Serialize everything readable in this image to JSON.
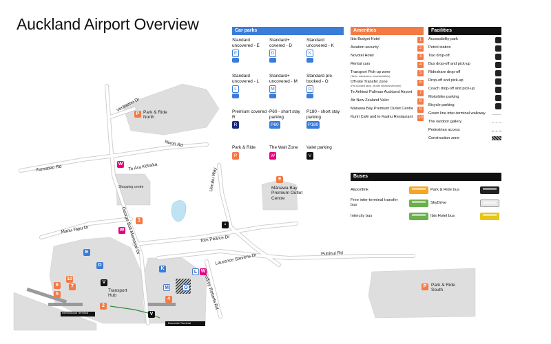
{
  "title": "Auckland Airport Overview",
  "map": {
    "roads": {
      "varissimo": "Verissimo Dr",
      "nixon": "Nixon Rd",
      "ihumatao": "Ihumatao Rd",
      "te_ara_kohaka": "Te Ara Kōhaka",
      "manu_tapu": "Manu Tapu Dr",
      "george_bolt": "George Bolt Memorial Dr",
      "tom_pearce": "Tom Pearce Dr",
      "laurence_stevens": "Laurence Stevens Dr",
      "geoffrey_roberts": "Geoffrey Roberts Rd",
      "puhinui": "Puhinui Rd",
      "ueruku": "Ueruku Way"
    },
    "places": {
      "park_ride_north": "Park & Ride North",
      "park_ride_south": "Park & Ride South",
      "shopping_centre": "Shopping centre",
      "manawa_bay": "Mānawa Bay Premium Outlet Centre",
      "transport_hub": "Transport Hub",
      "international_terminal": "International Terminal",
      "domestic_terminal": "Domestic Terminal"
    }
  },
  "car_parks": {
    "header": "Car parks",
    "items": [
      {
        "label": "Standard uncovered - E",
        "badge": "E",
        "style": "outline"
      },
      {
        "label": "Standard+ covered - D",
        "badge": "D",
        "style": "outline"
      },
      {
        "label": "Standard uncovered - K",
        "badge": "K",
        "style": "outline"
      },
      {
        "label": "Standard uncovered - L",
        "badge": "L",
        "style": "outline"
      },
      {
        "label": "Standard+ uncovered - M",
        "badge": "M",
        "style": "outline"
      },
      {
        "label": "Standard pre-booked - O",
        "badge": "O",
        "style": "outline"
      },
      {
        "label": "Premium covered - R",
        "badge": "R",
        "style": "navy"
      },
      {
        "label": "P60 - short stay parking",
        "badge": "P60",
        "style": "solid"
      },
      {
        "label": "P180 - short stay parking",
        "badge": "P180",
        "style": "solid"
      },
      {
        "label": "Park & Ride",
        "badge": "P",
        "style": "orange"
      },
      {
        "label": "The Wait Zone",
        "badge": "W",
        "style": "magenta"
      },
      {
        "label": "Valet parking",
        "badge": "V",
        "style": "black"
      }
    ]
  },
  "amenities": {
    "header": "Amenities",
    "items": [
      {
        "label": "Ibis Budget Hotel",
        "num": "1",
        "sub": ""
      },
      {
        "label": "Aviation security",
        "num": "2",
        "sub": ""
      },
      {
        "label": "Novotel Hotel",
        "num": "3",
        "sub": ""
      },
      {
        "label": "Rental cars",
        "num": "4",
        "sub": ""
      },
      {
        "label": "Transport Pick-up zone",
        "num": "5",
        "sub": "(Taxis, rideshares, buses/shuttles)"
      },
      {
        "label": "Off-site Transfer zone",
        "num": "6",
        "sub": "(Pre-booked taxis, off-site shuttles/vehicles)"
      },
      {
        "label": "Te Arikinui Pullman Auckland Airport",
        "num": "7",
        "sub": ""
      },
      {
        "label": "Air New Zealand Valet",
        "num": "8",
        "sub": ""
      },
      {
        "label": "Mānawa Bay Premium Outlet Centre",
        "num": "9",
        "sub": ""
      },
      {
        "label": "Kuriri Café and te Kaahu Restaurant",
        "num": "10",
        "sub": ""
      }
    ]
  },
  "facilities": {
    "header": "Facilities",
    "items": [
      {
        "label": "Accessibility park",
        "kind": "icon"
      },
      {
        "label": "Petrol station",
        "kind": "icon"
      },
      {
        "label": "Taxi drop-off",
        "kind": "icon"
      },
      {
        "label": "Bus drop-off and pick-up",
        "kind": "icon"
      },
      {
        "label": "Rideshare drop-off",
        "kind": "icon"
      },
      {
        "label": "Drop-off and pick-up",
        "kind": "icon"
      },
      {
        "label": "Coach drop-off and pick-up",
        "kind": "icon"
      },
      {
        "label": "Motorbike parking",
        "kind": "icon"
      },
      {
        "label": "Bicycle parking",
        "kind": "icon"
      },
      {
        "label": "Green line inter-terminal walkway",
        "kind": "line",
        "color": "#cfcfcf"
      },
      {
        "label": "The outdoor gallery",
        "kind": "dashed",
        "color": "#bbbbbb"
      },
      {
        "label": "Pedestrian access",
        "kind": "dashed",
        "color": "#4a7bd0"
      },
      {
        "label": "Construction zone",
        "kind": "hatch"
      }
    ]
  },
  "buses": {
    "header": "Buses",
    "items": [
      {
        "label": "Airportlink",
        "color": "#f5a623"
      },
      {
        "label": "Park & Ride bus",
        "color": "#222222"
      },
      {
        "label": "Free inter-terminal transfer bus",
        "color": "#6ab04c"
      },
      {
        "label": "SkyDrive",
        "color": "#e8e8e8"
      },
      {
        "label": "Intercity bus",
        "color": "#6ab04c"
      },
      {
        "label": "Ibis Hotel bus",
        "color": "#e6c619"
      }
    ]
  },
  "colors": {
    "car_parks": "#3a7cd8",
    "amenities": "#f47a45",
    "wait_zone": "#e6007e",
    "dark": "#111111",
    "land": "#dddddd",
    "road": "#ffffff",
    "water": "#bfe3f2",
    "walkway": "#2e8b3a"
  }
}
